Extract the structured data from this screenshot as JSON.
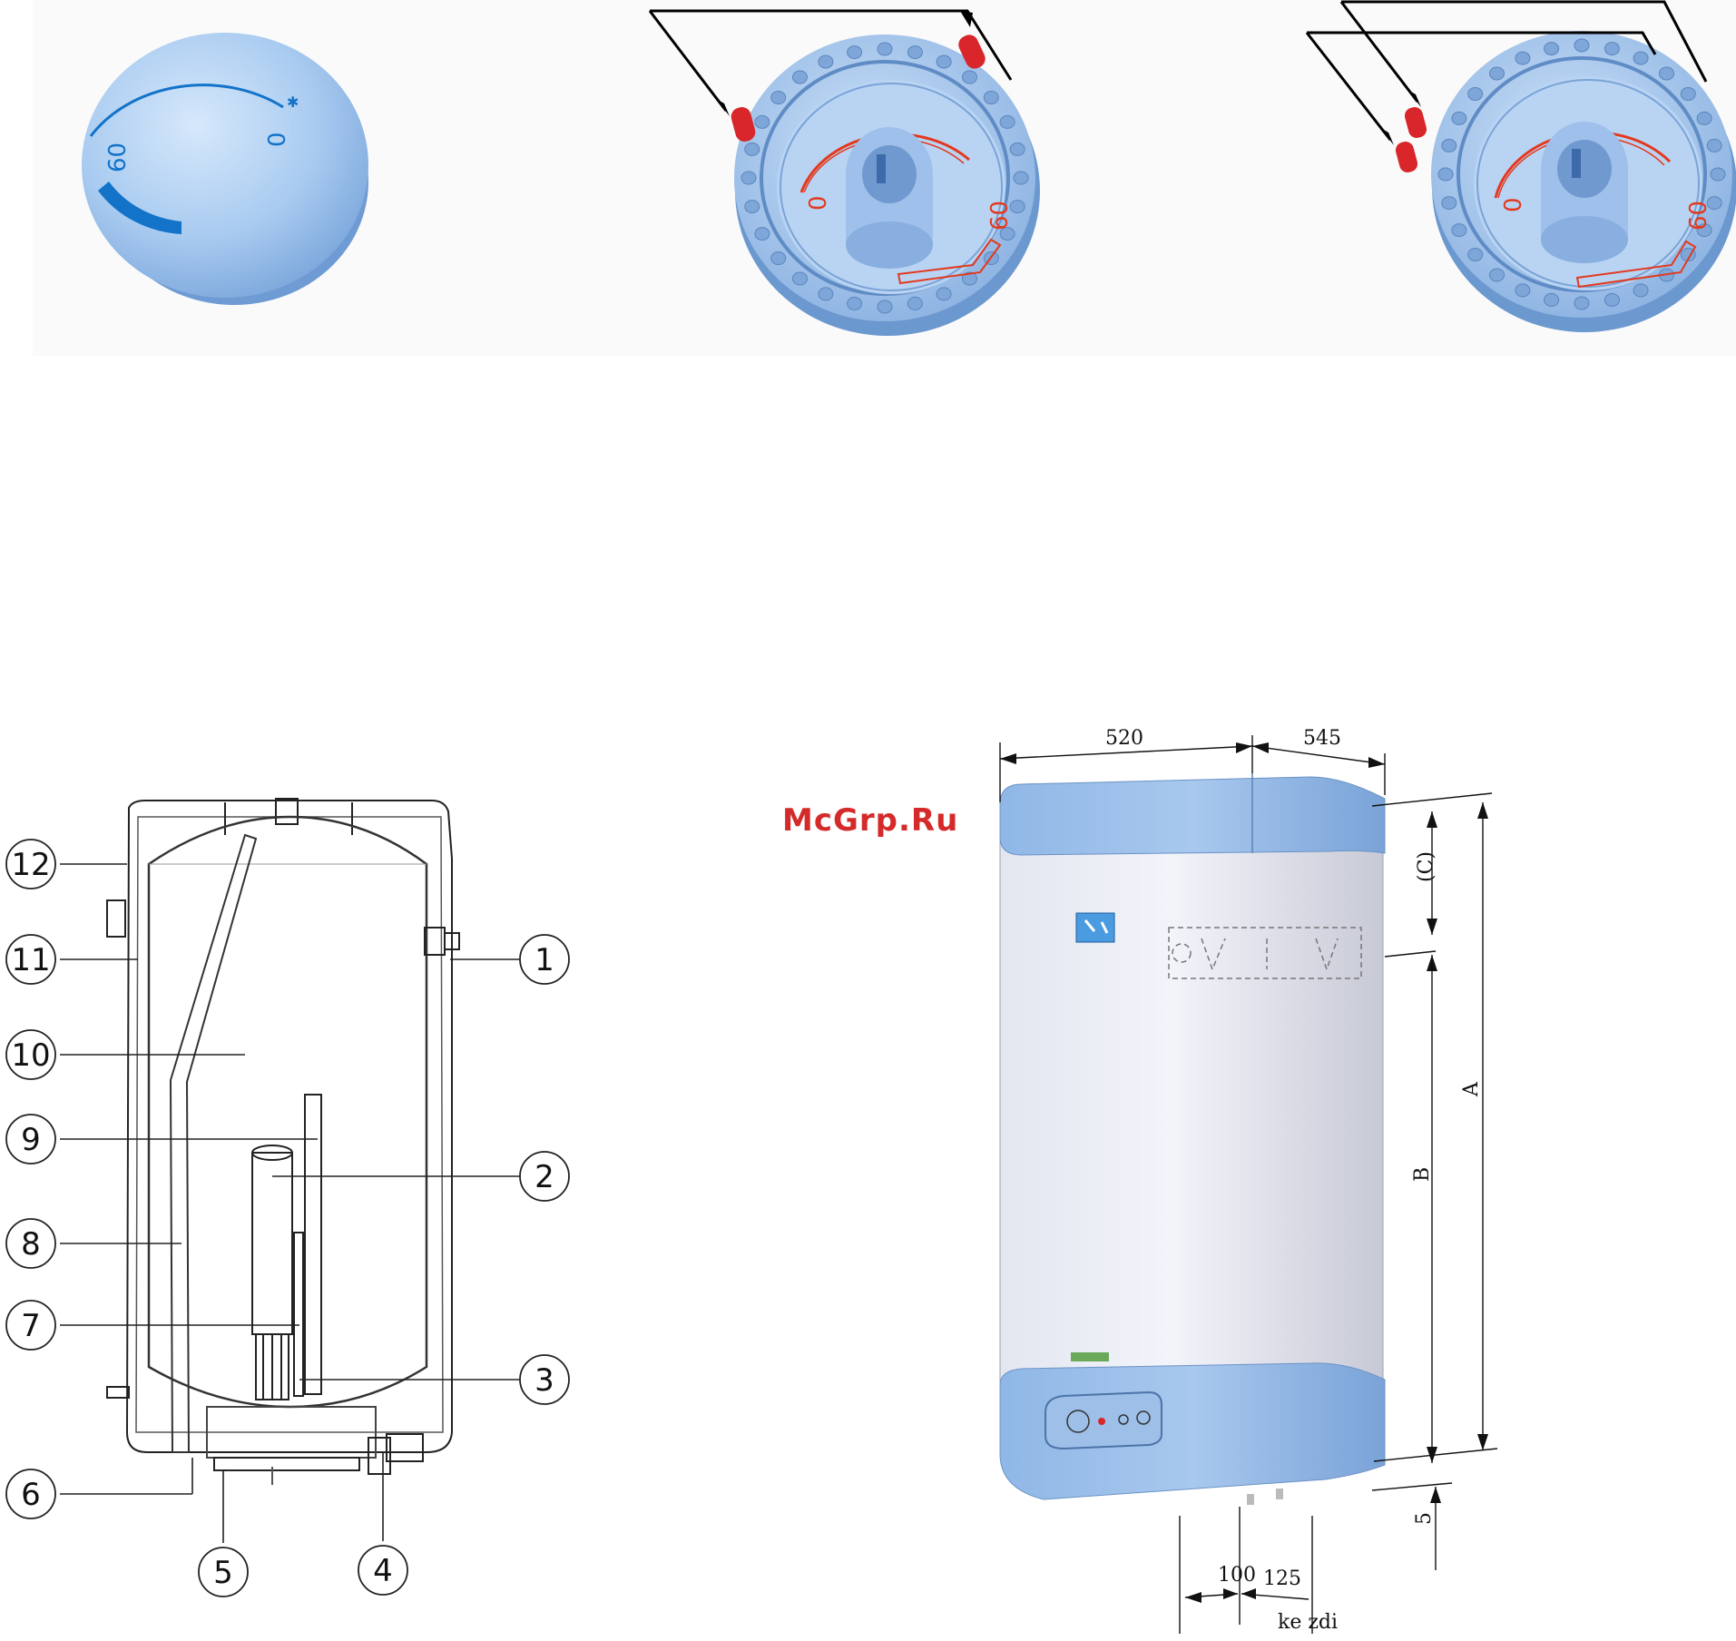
{
  "watermark": "McGrp.Ru",
  "knob_front": {
    "scale_min": "0",
    "scale_max": "60"
  },
  "knob_back": {
    "scale_min": "0",
    "scale_max": "60"
  },
  "callouts": [
    "1",
    "2",
    "3",
    "4",
    "5",
    "6",
    "7",
    "8",
    "9",
    "10",
    "11",
    "12"
  ],
  "dimensions": {
    "width": "520",
    "depth": "545",
    "height_A": "A",
    "height_B": "B",
    "height_C": "(C)",
    "bottom_gap": "5",
    "pipe_offset": "100",
    "pipe_spacing": "125",
    "wall_label": "ke zdi"
  },
  "colors": {
    "knob_blue": "#9fc4ee",
    "knob_dark": "#6b98cf",
    "scale_blue": "#1273c9",
    "accent_red": "#e3391f",
    "pin_red": "#d8262a",
    "heater_cap": "#8fb7e6",
    "watermark_red": "#d42a2a"
  },
  "icons": [
    "knob-front-icon",
    "knob-back-icon",
    "water-heater-section-icon",
    "water-heater-3d-icon"
  ]
}
